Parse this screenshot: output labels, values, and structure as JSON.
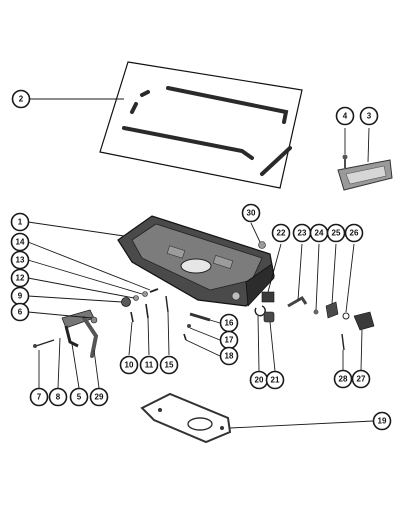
{
  "title": "",
  "callouts": [
    {
      "id": "c1",
      "label": "1"
    },
    {
      "id": "c2",
      "label": "2"
    },
    {
      "id": "c3",
      "label": "3"
    },
    {
      "id": "c4",
      "label": "4"
    },
    {
      "id": "c5",
      "label": "5"
    },
    {
      "id": "c6",
      "label": "6"
    },
    {
      "id": "c7",
      "label": "7"
    },
    {
      "id": "c8",
      "label": "8"
    },
    {
      "id": "c9",
      "label": "9"
    },
    {
      "id": "c10",
      "label": "10"
    },
    {
      "id": "c11",
      "label": "11"
    },
    {
      "id": "c12",
      "label": "12"
    },
    {
      "id": "c13",
      "label": "13"
    },
    {
      "id": "c14",
      "label": "14"
    },
    {
      "id": "c15",
      "label": "15"
    },
    {
      "id": "c16",
      "label": "16"
    },
    {
      "id": "c17",
      "label": "17"
    },
    {
      "id": "c18",
      "label": "18"
    },
    {
      "id": "c19",
      "label": "19"
    },
    {
      "id": "c20",
      "label": "20"
    },
    {
      "id": "c21",
      "label": "21"
    },
    {
      "id": "c22",
      "label": "22"
    },
    {
      "id": "c23",
      "label": "23"
    },
    {
      "id": "c24",
      "label": "24"
    },
    {
      "id": "c25",
      "label": "25"
    },
    {
      "id": "c26",
      "label": "26"
    },
    {
      "id": "c27",
      "label": "27"
    },
    {
      "id": "c28",
      "label": "28"
    },
    {
      "id": "c29",
      "label": "29"
    },
    {
      "id": "c30",
      "label": "30"
    }
  ],
  "colors": {
    "ink": "#1a1a1a",
    "part_dark": "#3a3a3a",
    "part_mid": "#8a8a8a",
    "part_light": "#c8c8c8",
    "paper": "#ffffff"
  }
}
